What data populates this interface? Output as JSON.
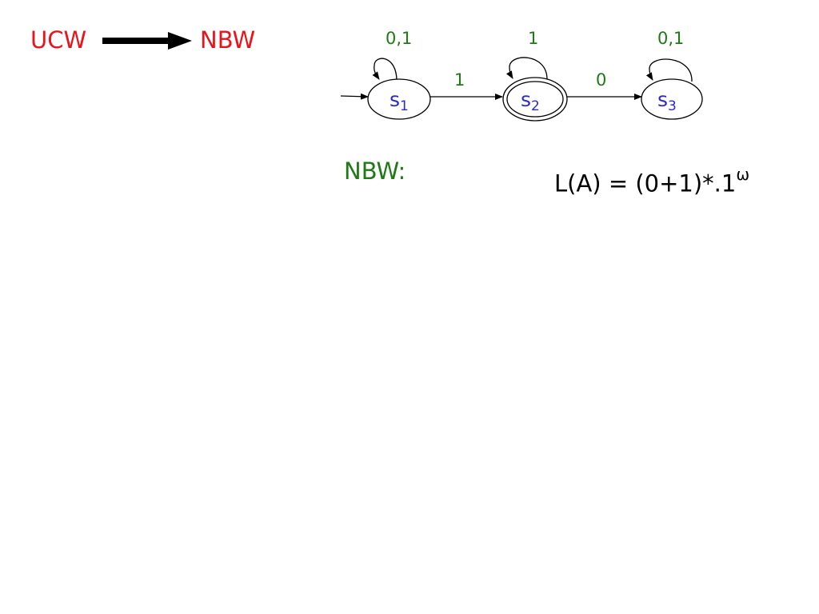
{
  "title": {
    "from": "UCW",
    "to": "NBW"
  },
  "colors": {
    "title": "#e8141c",
    "labels": "#1f7a16",
    "states": "#2b2bd0",
    "lines": "#000000"
  },
  "diagram": {
    "states": [
      {
        "id": "s1",
        "base": "s",
        "sub": "1",
        "accepting": false,
        "initial": true
      },
      {
        "id": "s2",
        "base": "s",
        "sub": "2",
        "accepting": true,
        "initial": false
      },
      {
        "id": "s3",
        "base": "s",
        "sub": "3",
        "accepting": false,
        "initial": false
      }
    ],
    "transitions": [
      {
        "from": "s1",
        "to": "s1",
        "label": "0,1"
      },
      {
        "from": "s2",
        "to": "s2",
        "label": "1"
      },
      {
        "from": "s3",
        "to": "s3",
        "label": "0,1"
      },
      {
        "from": "s1",
        "to": "s2",
        "label": "1"
      },
      {
        "from": "s2",
        "to": "s3",
        "label": "0"
      }
    ]
  },
  "section_label": "NBW:",
  "formula": {
    "main": "L(A) = (0+1)*.1",
    "sup": "ω"
  }
}
